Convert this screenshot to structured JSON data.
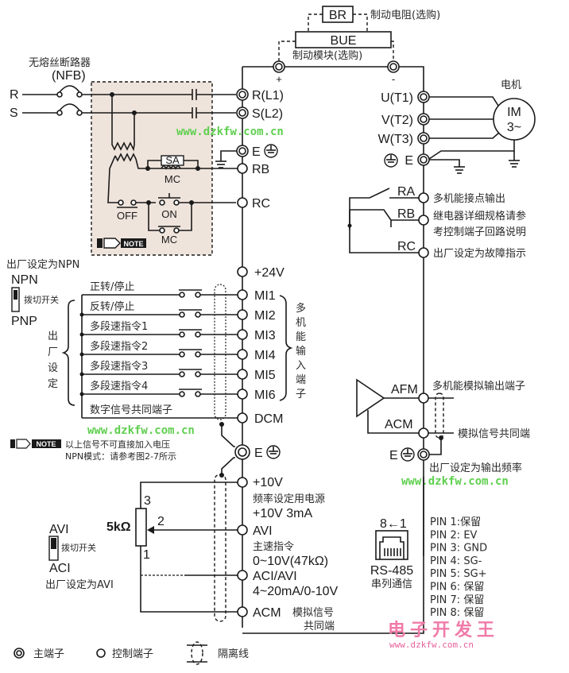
{
  "braking": {
    "br_label": "BR",
    "br_caption": "制动电阻(选购)",
    "bue_label": "BUE",
    "bue_caption": "制动模块(选购)",
    "plus": "+",
    "minus": "-"
  },
  "breaker": {
    "title": "无熔丝断路器",
    "subtitle": "(NFB)",
    "line_r": "R",
    "line_s": "S"
  },
  "main_terminals": {
    "r": "R(L1)",
    "s": "S(L2)",
    "e": "E",
    "u": "U(T1)",
    "v": "V(T2)",
    "w": "W(T3)",
    "e2": "E"
  },
  "motor": {
    "caption": "电机",
    "line1": "IM",
    "line2": "3~"
  },
  "control_box": {
    "sa": "SA",
    "mc1": "MC",
    "off": "OFF",
    "on": "ON",
    "mc2": "MC",
    "note": "NOTE",
    "rb": "RB",
    "rc": "RC"
  },
  "relay": {
    "ra": "RA",
    "rb": "RB",
    "rc": "RC",
    "desc1": "多机能接点输出",
    "desc2": "继电器详细规格请参",
    "desc3": "考控制端子回路说明",
    "desc4": "出厂设定为故障指示"
  },
  "digital_inputs": {
    "default_note": "出厂设定为NPN",
    "npn": "NPN",
    "pnp": "PNP",
    "switch_label": "拨切开关",
    "factory_chars": [
      "出",
      "厂",
      "设",
      "定"
    ],
    "p24": "+24V",
    "rows": [
      {
        "label": "正转/停止",
        "terminal": "MI1"
      },
      {
        "label": "反转/停止",
        "terminal": "MI2"
      },
      {
        "label": "多段速指令1",
        "terminal": "MI3"
      },
      {
        "label": "多段速指令2",
        "terminal": "MI4"
      },
      {
        "label": "多段速指令3",
        "terminal": "MI5"
      },
      {
        "label": "多段速指令4",
        "terminal": "MI6"
      }
    ],
    "common_label": "数字信号共同端子",
    "common_terminal": "DCM",
    "group_chars": [
      "多",
      "机",
      "能",
      "输",
      "入",
      "端",
      "子"
    ]
  },
  "note2": {
    "badge": "NOTE",
    "line1": "以上信号不可直接加入电压",
    "line2": "NPN模式：请参考图2-7所示"
  },
  "analog_inputs": {
    "e": "E",
    "p10v": "+10V",
    "p10v_desc1": "频率设定用电源",
    "p10v_desc2": "+10V 3mA",
    "avi": "AVI",
    "avi_desc1": "主速指令",
    "avi_desc2": "0~10V(47kΩ)",
    "aci": "ACI/AVI",
    "aci_desc": "4~20mA/0-10V",
    "acm": "ACM",
    "acm_desc1": "模拟信号",
    "acm_desc2": "共同端",
    "pot_value": "5kΩ",
    "pot_pin1": "1",
    "pot_pin2": "2",
    "pot_pin3": "3",
    "sw_top": "AVI",
    "sw_bottom": "ACI",
    "sw_label": "拨切开关",
    "default_note": "出厂设定为AVI"
  },
  "analog_output": {
    "afm": "AFM",
    "afm_desc": "多机能模拟输出端子",
    "acm": "ACM",
    "acm_desc": "模拟信号共同端",
    "e": "E",
    "default_note": "出厂设定为输出频率"
  },
  "rs485": {
    "pin_order": "8←1",
    "name": "RS-485",
    "caption": "串列通信",
    "pins": [
      "PIN 1:保留",
      "PIN 2: EV",
      "PIN 3: GND",
      "PIN 4: SG-",
      "PIN 5: SG+",
      "PIN 6: 保留",
      "PIN 7: 保留",
      "PIN 8: 保留"
    ]
  },
  "legend": {
    "main_terminal": "主端子",
    "control_terminal": "控制端子",
    "shield": "隔离线"
  },
  "watermarks": {
    "url": "www.dzkfw.com.cn",
    "brand": "电子开发王",
    "brand_url": "www.dzkfw.com.cn"
  }
}
